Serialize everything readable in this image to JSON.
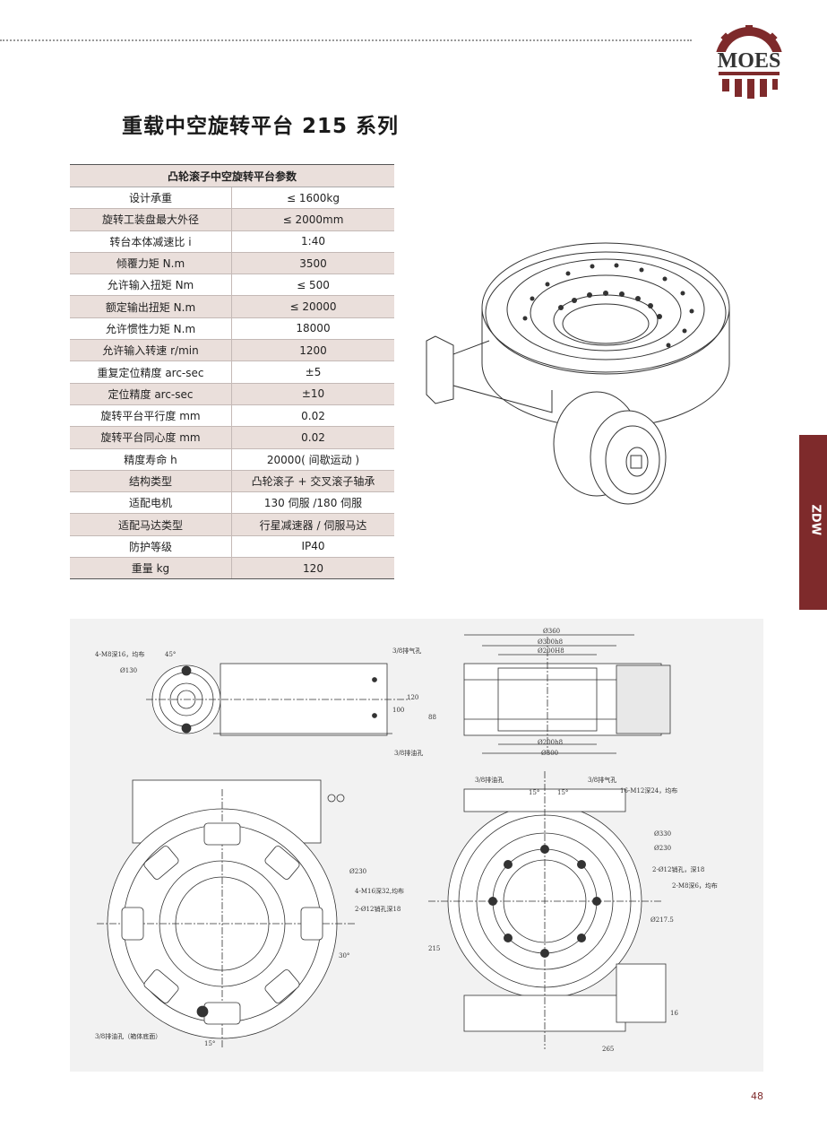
{
  "brand": {
    "name": "MOES",
    "color": "#7e2a2b"
  },
  "page": {
    "title": "重载中空旋转平台 215 系列",
    "number": "48",
    "side_tab": "ZDW"
  },
  "spec_table": {
    "header": "凸轮滚子中空旋转平台参数",
    "rows": [
      {
        "label": "设计承重",
        "value": "≤ 1600kg"
      },
      {
        "label": "旋转工装盘最大外径",
        "value": "≤ 2000mm"
      },
      {
        "label": "转台本体减速比 i",
        "value": "1:40"
      },
      {
        "label": "倾覆力矩 N.m",
        "value": "3500"
      },
      {
        "label": "允许输入扭矩 Nm",
        "value": "≤ 500"
      },
      {
        "label": "额定输出扭矩 N.m",
        "value": "≤ 20000"
      },
      {
        "label": "允许惯性力矩 N.m",
        "value": "18000"
      },
      {
        "label": "允许输入转速 r/min",
        "value": "1200"
      },
      {
        "label": "重复定位精度 arc-sec",
        "value": "±5"
      },
      {
        "label": "定位精度 arc-sec",
        "value": "±10"
      },
      {
        "label": "旋转平台平行度 mm",
        "value": "0.02"
      },
      {
        "label": "旋转平台同心度 mm",
        "value": "0.02"
      },
      {
        "label": "精度寿命 h",
        "value": "20000( 间歇运动 )"
      },
      {
        "label": "结构类型",
        "value": "凸轮滚子 + 交叉滚子轴承"
      },
      {
        "label": "适配电机",
        "value": "130 伺服 /180 伺服"
      },
      {
        "label": "适配马达类型",
        "value": "行星减速器 / 伺服马达"
      },
      {
        "label": "防护等级",
        "value": "IP40"
      },
      {
        "label": "重量 kg",
        "value": "120"
      }
    ]
  },
  "drawing": {
    "labels": {
      "l1": "4-M8深16，均布",
      "l2": "Ø130",
      "l3": "45°",
      "l4": "3/8排气孔",
      "l5": "3/8排油孔",
      "l6": "Ø360",
      "l7": "Ø300h8",
      "l8": "Ø200H8",
      "l9": "Ø200h8",
      "l10": "Ø300",
      "l11": "3/8排油孔",
      "l12": "3/8排气孔",
      "l13": "16-M12深24，均布",
      "l14": "Ø330",
      "l15": "Ø230",
      "l16": "2-Ø12销孔，深18",
      "l17": "2-M8深6，均布",
      "l18": "Ø217.5",
      "l19": "4-M16深32,均布",
      "l20": "2-Ø12销孔深18",
      "l21": "3/8排油孔（箱体底面）",
      "l22": "Ø230",
      "l23": "30°",
      "l24": "15°",
      "l25": "15°",
      "l26": "15°",
      "l27": "265",
      "l28": "215",
      "l29": "120",
      "l30": "100",
      "l31": "88",
      "l32": "16"
    }
  }
}
